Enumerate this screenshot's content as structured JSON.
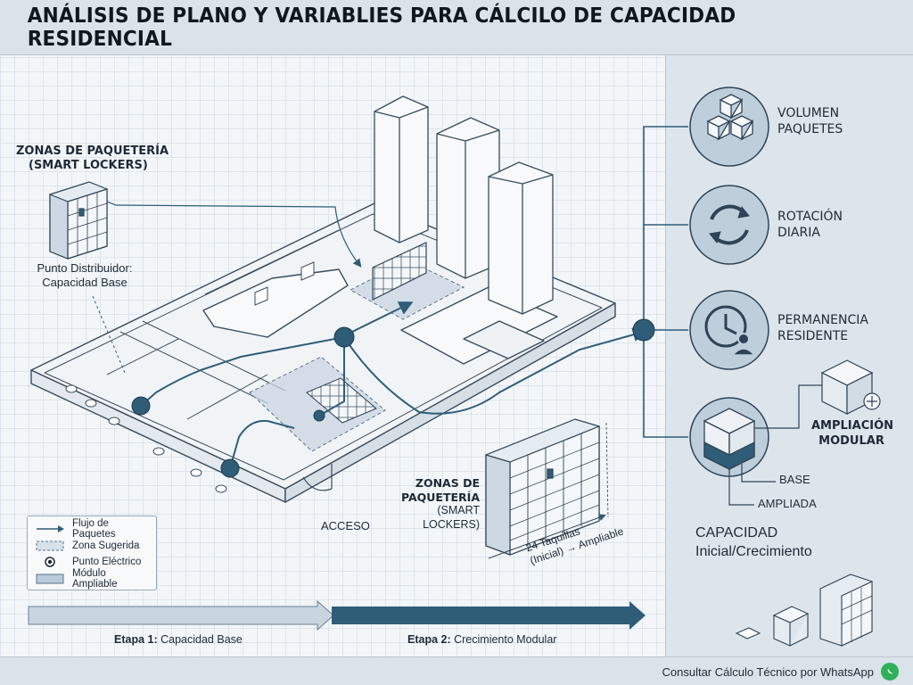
{
  "title": "ANÁLISIS DE PLANO Y VARIABLIES PARA CÁLCILO DE CAPACIDAD RESIDENCIAL",
  "left_callout": {
    "title_line1": "ZONAS DE PAQUETERÍA",
    "title_line2": "(SMART LOCKERS)",
    "distributor_line1": "Punto Distribuidor:",
    "distributor_line2": "Capacidad Base"
  },
  "access_label": "ACCESO",
  "locker_callout": {
    "title_line1": "ZONAS DE",
    "title_line2": "PAQUETERÍA",
    "title_line3": "(SMART LOCKERS)",
    "dim_line1": "24 Taquillas",
    "dim_line2_a": "(Inicial)",
    "dim_arrow": "→",
    "dim_line2_b": "Ampliable"
  },
  "legend": [
    {
      "symbol": "arrow",
      "label": "Flujo de Paquetes"
    },
    {
      "symbol": "dashed-box",
      "label": "Zona Sugerida"
    },
    {
      "symbol": "dot",
      "label": "Punto Eléctrico"
    },
    {
      "symbol": "filled-box",
      "label": "Módulo Ampliable"
    }
  ],
  "stages": [
    {
      "bold": "Etapa 1:",
      "text": " Capacidad Base"
    },
    {
      "bold": "Etapa 2:",
      "text": " Crecimiento Modular"
    }
  ],
  "factors": [
    {
      "icon": "cubes-icon",
      "line1": "VOLUMEN",
      "line2": "PAQUETES"
    },
    {
      "icon": "rotation-icon",
      "line1": "ROTACIÓN",
      "line2": "DIARIA"
    },
    {
      "icon": "clock-person-icon",
      "line1": "PERMANENCIA",
      "line2": "RESIDENTE"
    },
    {
      "icon": "capacity-box-icon",
      "line1": "",
      "line2": ""
    }
  ],
  "expansion": {
    "line1": "AMPLIACIÓN",
    "line2": "MODULAR"
  },
  "capacity_labels": {
    "base": "BASE",
    "expanded": "AMPLIADA"
  },
  "capacity_caption": {
    "line1": "CAPACIDAD",
    "line2": "Inicial/Crecimiento"
  },
  "footer": {
    "whatsapp_text": "Consultar Cálculo Técnico por WhatsApp"
  },
  "colors": {
    "accent": "#2f5d78",
    "node": "#2f5d78",
    "zone": "#b9cad8",
    "panel": "#dde5ec",
    "whatsapp": "#2fb15a"
  }
}
